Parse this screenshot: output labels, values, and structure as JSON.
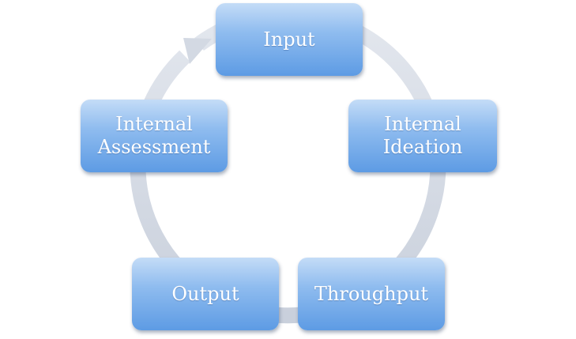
{
  "diagram": {
    "type": "cycle",
    "nodes": [
      {
        "id": "input",
        "label": "Input"
      },
      {
        "id": "internal-ideation",
        "label": "Internal\nIdeation"
      },
      {
        "id": "throughput",
        "label": "Throughput"
      },
      {
        "id": "output",
        "label": "Output"
      },
      {
        "id": "internal-assessment",
        "label": "Internal\nAssessment"
      }
    ],
    "edges": [
      {
        "from": "input",
        "to": "internal-ideation"
      },
      {
        "from": "internal-ideation",
        "to": "throughput"
      },
      {
        "from": "throughput",
        "to": "output"
      },
      {
        "from": "output",
        "to": "internal-assessment"
      },
      {
        "from": "internal-assessment",
        "to": "input"
      }
    ],
    "colors": {
      "node_top": "#c4dcf7",
      "node_bottom": "#5d9be4",
      "node_text": "#ffffff",
      "ring": "#d3d9e3"
    }
  }
}
